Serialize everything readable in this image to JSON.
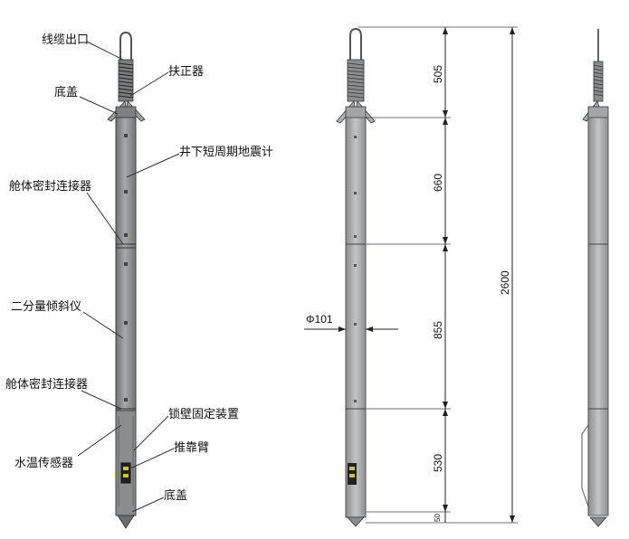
{
  "labels": {
    "cable_outlet": "线缆出口",
    "centralizer": "扶正器",
    "bottom_cover_top": "底盖",
    "seismometer": "井下短周期地震计",
    "connector_upper": "舱体密封连接器",
    "inclinometer": "二分量倾斜仪",
    "connector_lower": "舱体密封连接器",
    "wall_lock": "锁壁固定装置",
    "water_temp_sensor": "水温传感器",
    "push_arm": "推靠臂",
    "bottom_cover_bottom": "底盖"
  },
  "dimensions": {
    "seg1": "505",
    "seg2": "660",
    "seg3": "855",
    "seg4": "530",
    "seg5": "50",
    "total": "2600",
    "diameter": "Φ101"
  },
  "colors": {
    "body": "#8c8e90",
    "body_dark": "#6e7072",
    "body_light": "#b4b6b8",
    "outline": "#3c3e40"
  }
}
